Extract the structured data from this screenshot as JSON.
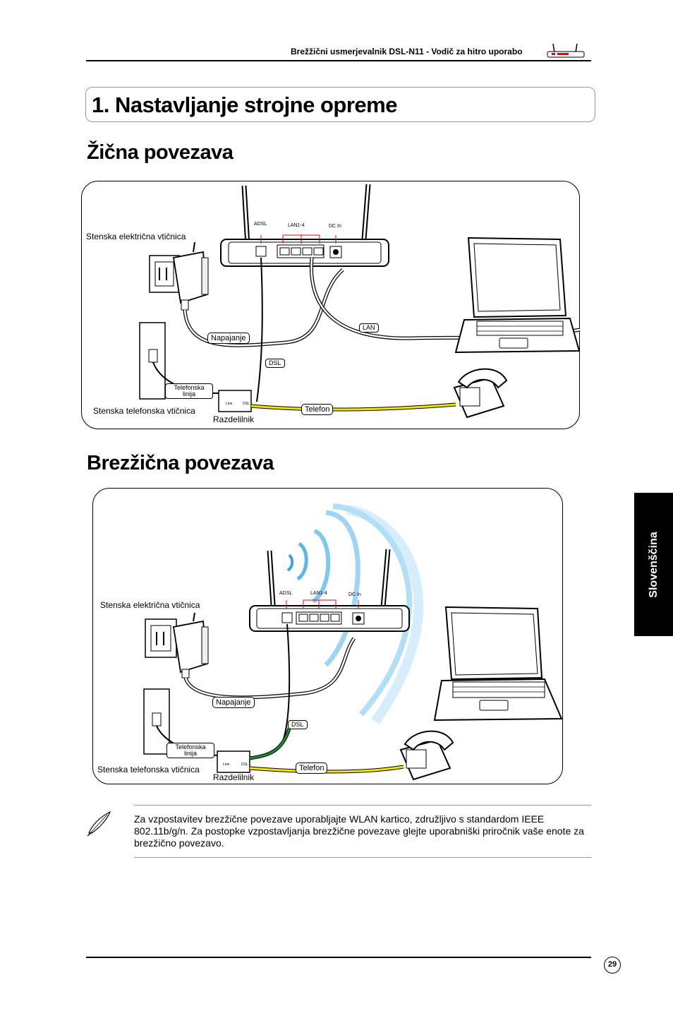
{
  "header": {
    "title": "Brežžični usmerjevalnik DSL-N11 - Vodič za hitro uporabo"
  },
  "chapter": {
    "title": "1. Nastavljanje strojne opreme"
  },
  "wired": {
    "title": "Žična povezava",
    "ports": {
      "adsl": "ADSL",
      "lan": "LAN1-4",
      "dc": "DC In"
    },
    "labels": {
      "wall_outlet": "Stenska električna vtičnica",
      "power": "Napajanje",
      "lan": "LAN",
      "dsl": "DSL",
      "phone_line": "Telefonska linija",
      "phone_jack": "Stenska telefonska vtičnica",
      "telephone": "Telefon",
      "splitter": "Razdelilnik"
    }
  },
  "wireless": {
    "title": "Brezžična povezava",
    "ports": {
      "adsl": "ADSL",
      "lan": "LAN1-4",
      "dc": "DC In"
    },
    "labels": {
      "wall_outlet": "Stenska električna vtičnica",
      "power": "Napajanje",
      "dsl": "DSL",
      "phone_line": "Telefonska linija",
      "phone_jack": "Stenska telefonska vtičnica",
      "telephone": "Telefon",
      "splitter": "Razdelilnik"
    }
  },
  "side_tab": {
    "label": "Slovenščina"
  },
  "note": {
    "text": "Za vzpostavitev brezžične povezave uporabljajte WLAN kartico, združljivo s standardom IEEE 802.11b/g/n. Za postopke vzpostavljanja brezžične povezave glejte uporabniški priročnik vaše enote za brezžično povezavo."
  },
  "footer": {
    "page_number": "29"
  },
  "colors": {
    "phone_cable": "#f2e600",
    "dsl_cable_wireless": "#1f8a2e",
    "wifi_waves": "#7fc8f0",
    "port_highlight": "#e0001a"
  }
}
